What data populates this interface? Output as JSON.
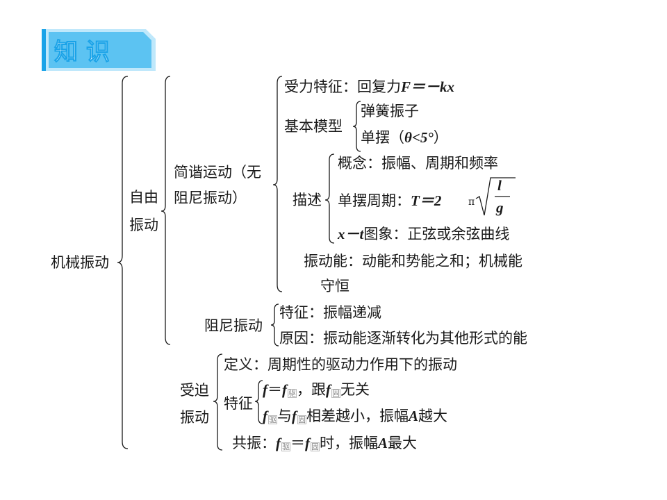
{
  "header": {
    "badge": "知 识"
  },
  "root": "机械振动",
  "free": {
    "line1": "自由",
    "line2": "振动"
  },
  "shm": {
    "line1": "简谐运动（无",
    "line2": "阻尼振动）"
  },
  "force": {
    "prefix": "受力特征：回复力",
    "formula": "F＝－kx"
  },
  "models": {
    "label": "基本模型",
    "spring": "弹簧振子",
    "pendulum_prefix": "单摆（",
    "pendulum_cond": "θ<5°",
    "pendulum_suffix": "）"
  },
  "describe": {
    "label": "描述",
    "concept": "概念：振幅、周期和频率",
    "period_prefix": "单摆周期：",
    "period_T": "T＝2",
    "period_pi": "π",
    "period_l": "l",
    "period_g": "g",
    "graph_var": "x－t",
    "graph_text": "图象：正弦或余弦曲线"
  },
  "energy": {
    "line1": "振动能：动能和势能之和；机械能",
    "line2": "守恒"
  },
  "damped": {
    "label": "阻尼振动",
    "feature": "特征：振幅递减",
    "cause": "原因：振动能逐渐转化为其他形式的能"
  },
  "forced": {
    "line1": "受迫",
    "line2": "振动",
    "definition": "定义：周期性的驱动力作用下的振动",
    "feature_label": "特征",
    "f1_a": "f",
    "f1_eq": "＝",
    "f1_b": "f",
    "sub_drive": "驱",
    "f1_rest": "，跟",
    "f1_c": "f",
    "sub_nat": "固",
    "f1_end": "无关",
    "f2_a": "f",
    "f2_mid": "与",
    "f2_b": "f",
    "f2_rest": "相差越小，振幅",
    "f2_A": "A",
    "f2_end": "越大",
    "resonance_prefix": "共振：",
    "res_a": "f",
    "res_eq": "＝",
    "res_b": "f",
    "res_rest": "时，振幅",
    "res_A": "A",
    "res_end": "最大"
  },
  "colors": {
    "banner_light": "#bfe8fb",
    "banner_dark": "#1aa3e8",
    "banner_text": "#ffffff",
    "line": "#1a1a1a"
  }
}
